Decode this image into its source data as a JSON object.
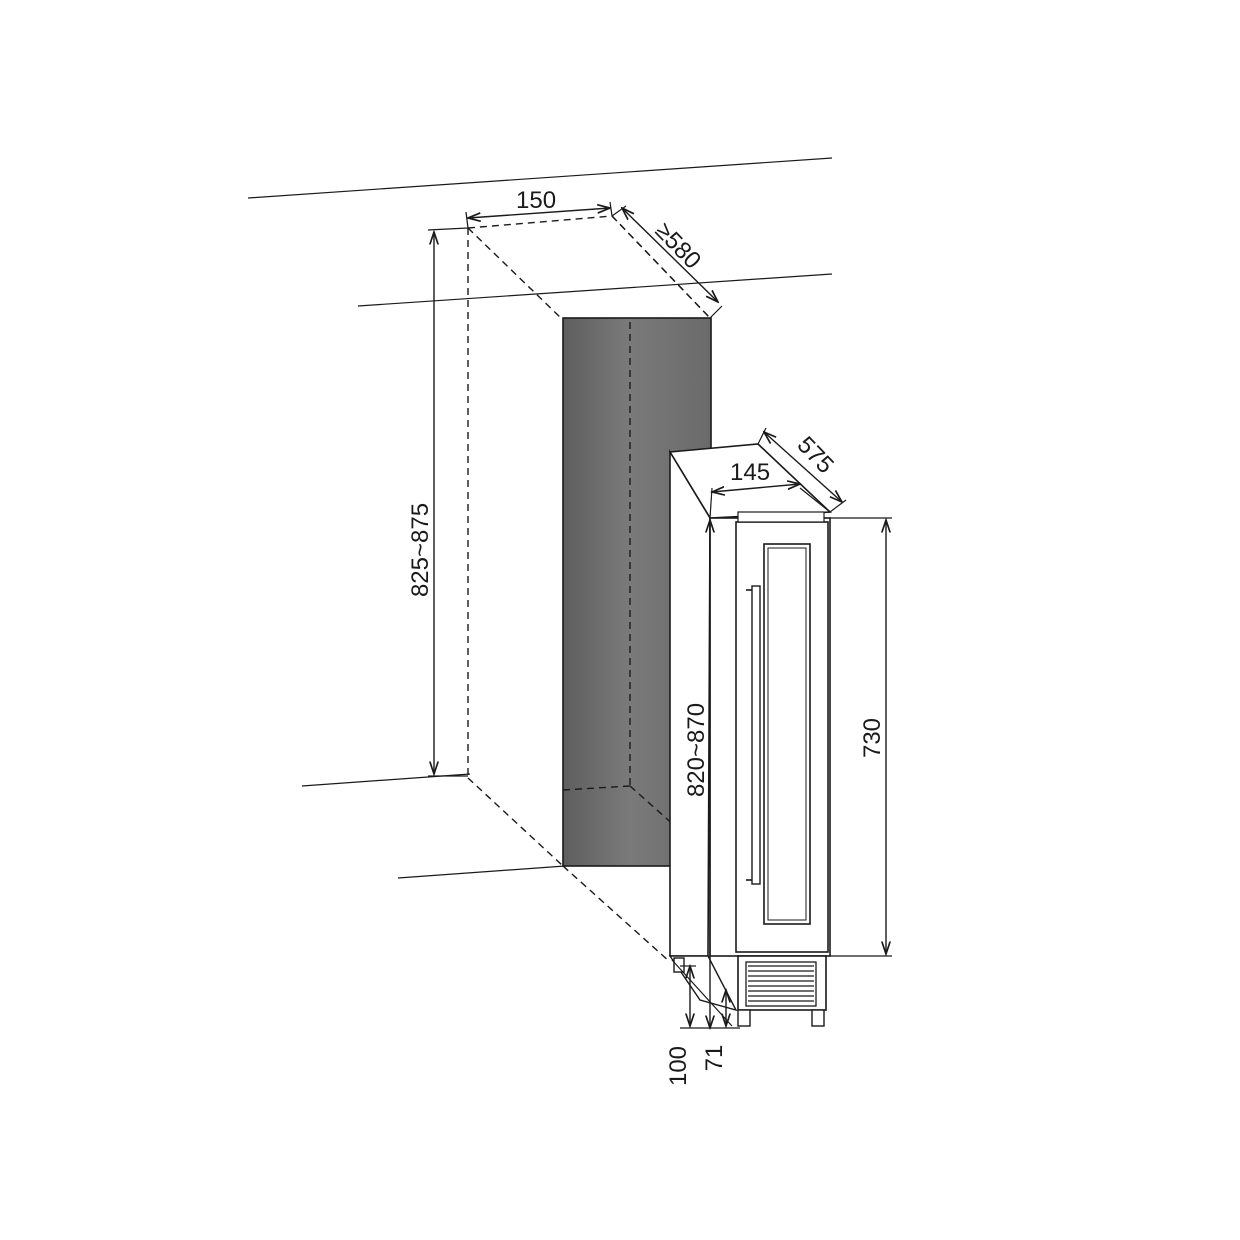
{
  "diagram": {
    "niche_width": "150",
    "niche_depth": "≥580",
    "niche_height": "825~875",
    "unit_width": "145",
    "unit_depth": "575",
    "unit_height_adjustable": "820~870",
    "unit_body_height": "730",
    "base_height": "100",
    "leg_height": "71"
  },
  "colors": {
    "niche_back": "#6e6e6e",
    "line": "#1a1a1a",
    "background": "#ffffff"
  }
}
